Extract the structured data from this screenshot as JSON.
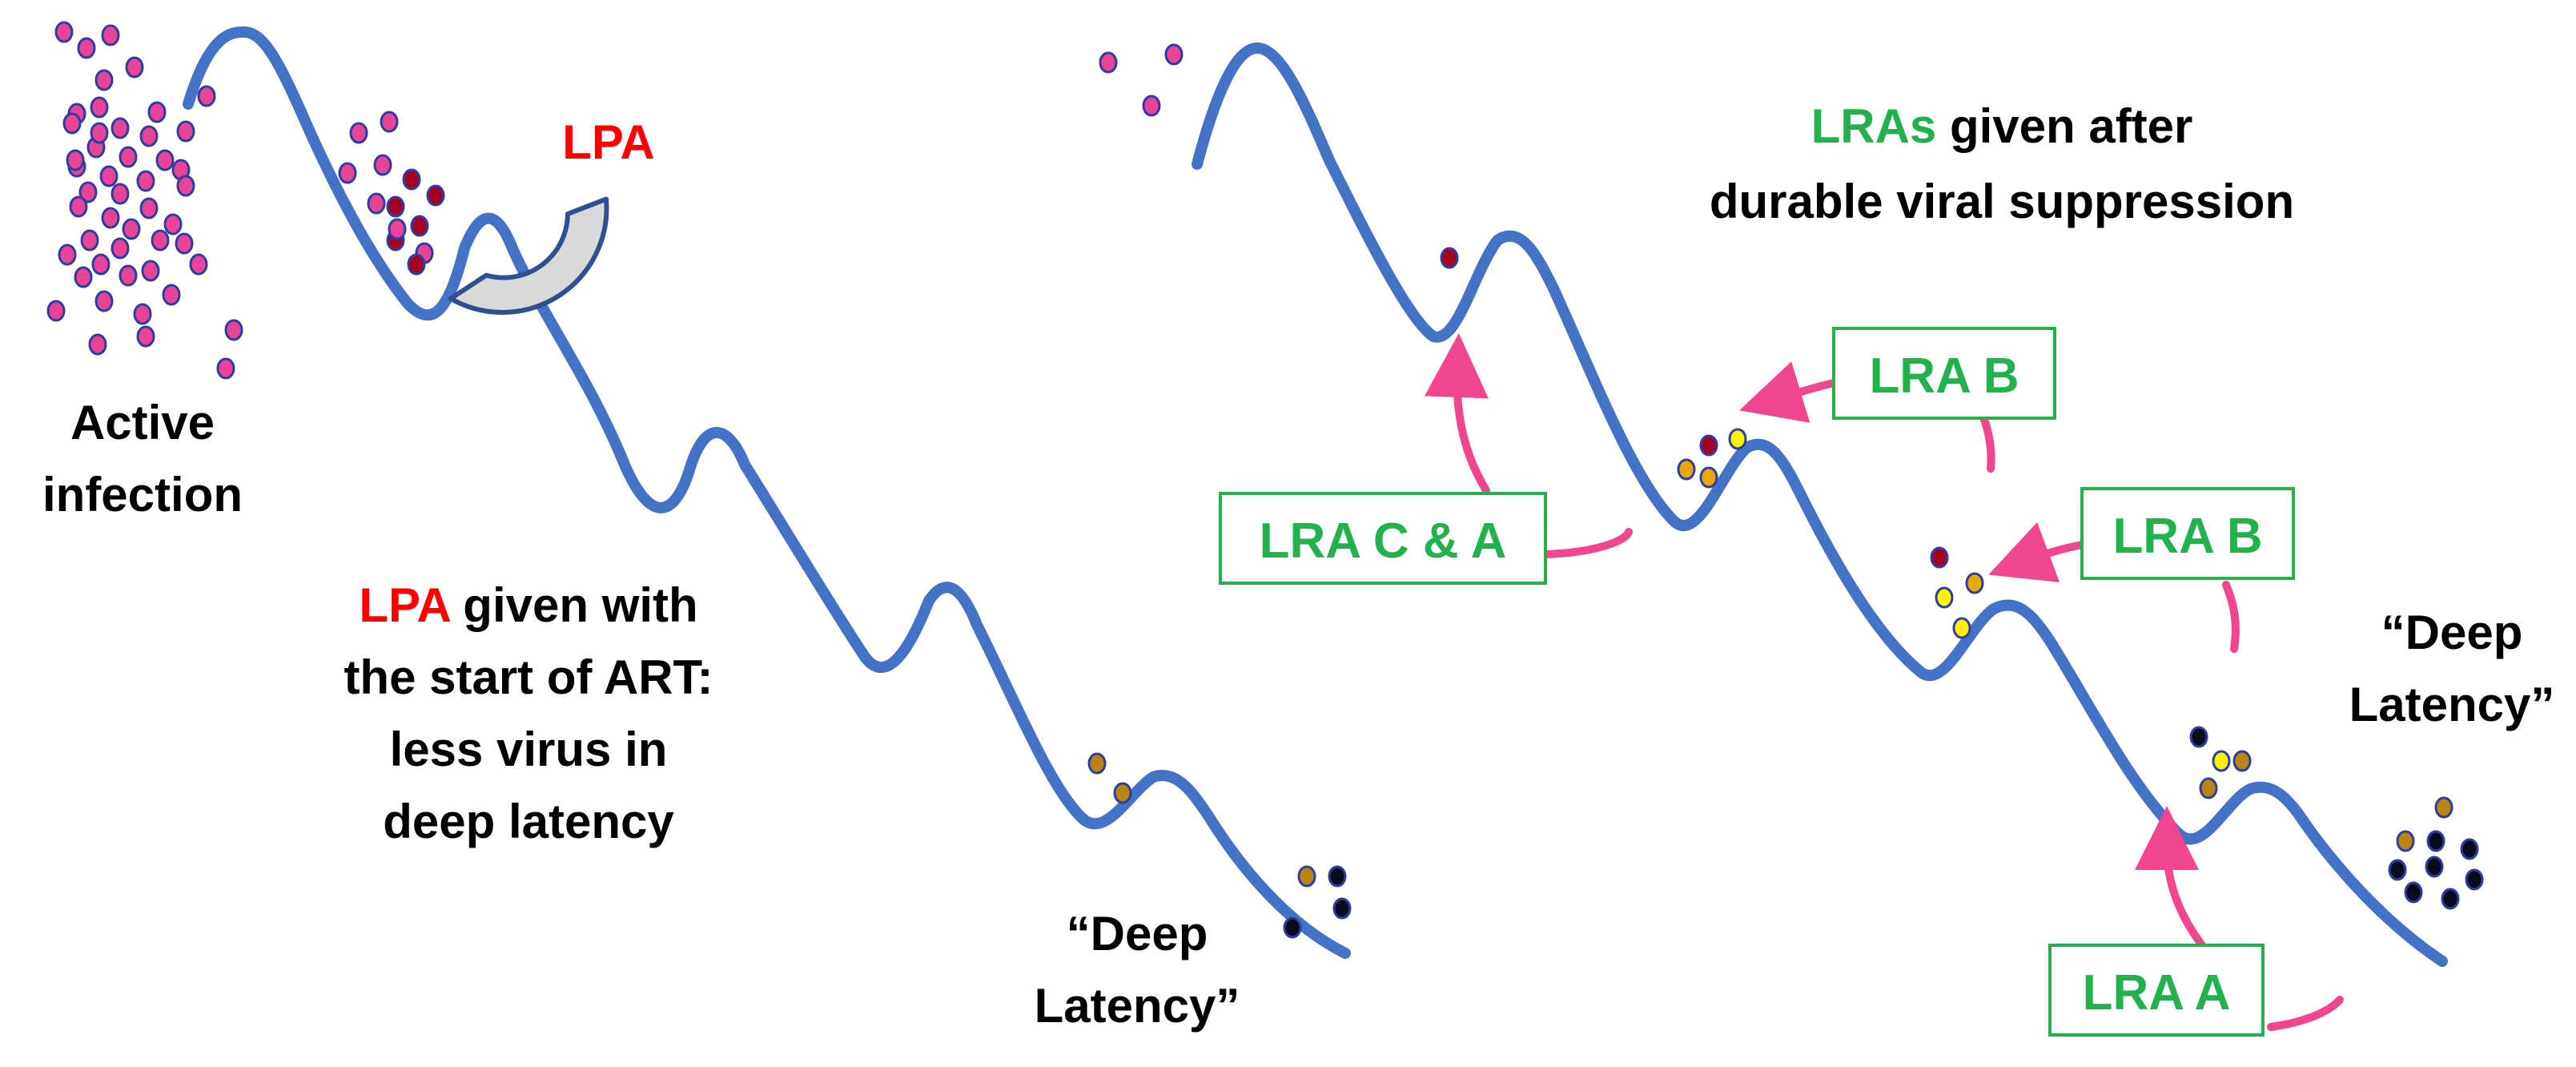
{
  "colors": {
    "curve": "#4472C4",
    "arrow": "#F0458F",
    "lra_green": "#22B14C",
    "lpa_red": "#FF0000",
    "virus_active": "#E8459A",
    "virus_dark_red": "#A50021",
    "virus_gold": "#B8860B",
    "virus_yellow": "#FFF200",
    "virus_black": "#0A0A1F",
    "shield_fill": "#D9D9D9",
    "text": "#000000"
  },
  "left_panel": {
    "active_infection": [
      "Active",
      "infection"
    ],
    "lpa_label": "LPA",
    "lpa_caption": {
      "line1_prefix": "LPA",
      "line1_rest": " given with",
      "line2": "the start of ART:",
      "line3": "less virus in",
      "line4": "deep latency"
    },
    "deep_latency": [
      "“Deep",
      "Latency”"
    ]
  },
  "right_panel": {
    "title": {
      "line1_prefix": "LRAs",
      "line1_rest": " given after",
      "line2": "durable viral suppression"
    },
    "boxes": {
      "lra_b_top": "LRA B",
      "lra_b_mid": "LRA B",
      "lra_c_a": "LRA C & A",
      "lra_a": "LRA A"
    },
    "deep_latency": [
      "“Deep",
      "Latency”"
    ]
  }
}
